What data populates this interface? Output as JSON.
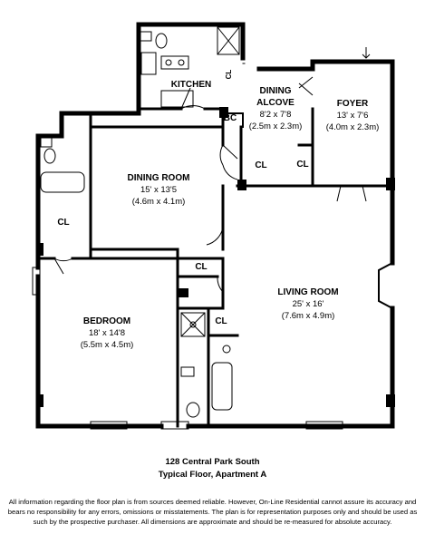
{
  "rooms": {
    "kitchen": {
      "name": "KITCHEN"
    },
    "dining_alcove": {
      "name_line1": "DINING",
      "name_line2": "ALCOVE",
      "dim_imperial": "8'2 x 7'8",
      "dim_metric": "(2.5m x 2.3m)"
    },
    "foyer": {
      "name": "FOYER",
      "dim_imperial": "13' x 7'6",
      "dim_metric": "(4.0m x 2.3m)"
    },
    "dining_room": {
      "name": "DINING ROOM",
      "dim_imperial": "15' x 13'5",
      "dim_metric": "(4.6m x 4.1m)"
    },
    "living_room": {
      "name": "LIVING ROOM",
      "dim_imperial": "25' x 16'",
      "dim_metric": "(7.6m x 4.9m)"
    },
    "bedroom": {
      "name": "BEDROOM",
      "dim_imperial": "18' x 14'8",
      "dim_metric": "(5.5m x 4.5m)"
    }
  },
  "closets": {
    "cl_label": "CL",
    "bc_label": "BC",
    "kitchen_cl_label": "CL"
  },
  "caption": {
    "line1": "128 Central Park South",
    "line2": "Typical Floor, Apartment A"
  },
  "disclaimer": "All information regarding the floor plan is from sources deemed reliable.  However, On-Line Residential cannot assure its accuracy and bears no responsibility for any errors, omissions or misstatements.  The plan is for representation purposes only and should be used as such by the prospective purchaser.  All dimensions are approximate and should be re-measured for absolute accuracy."
}
